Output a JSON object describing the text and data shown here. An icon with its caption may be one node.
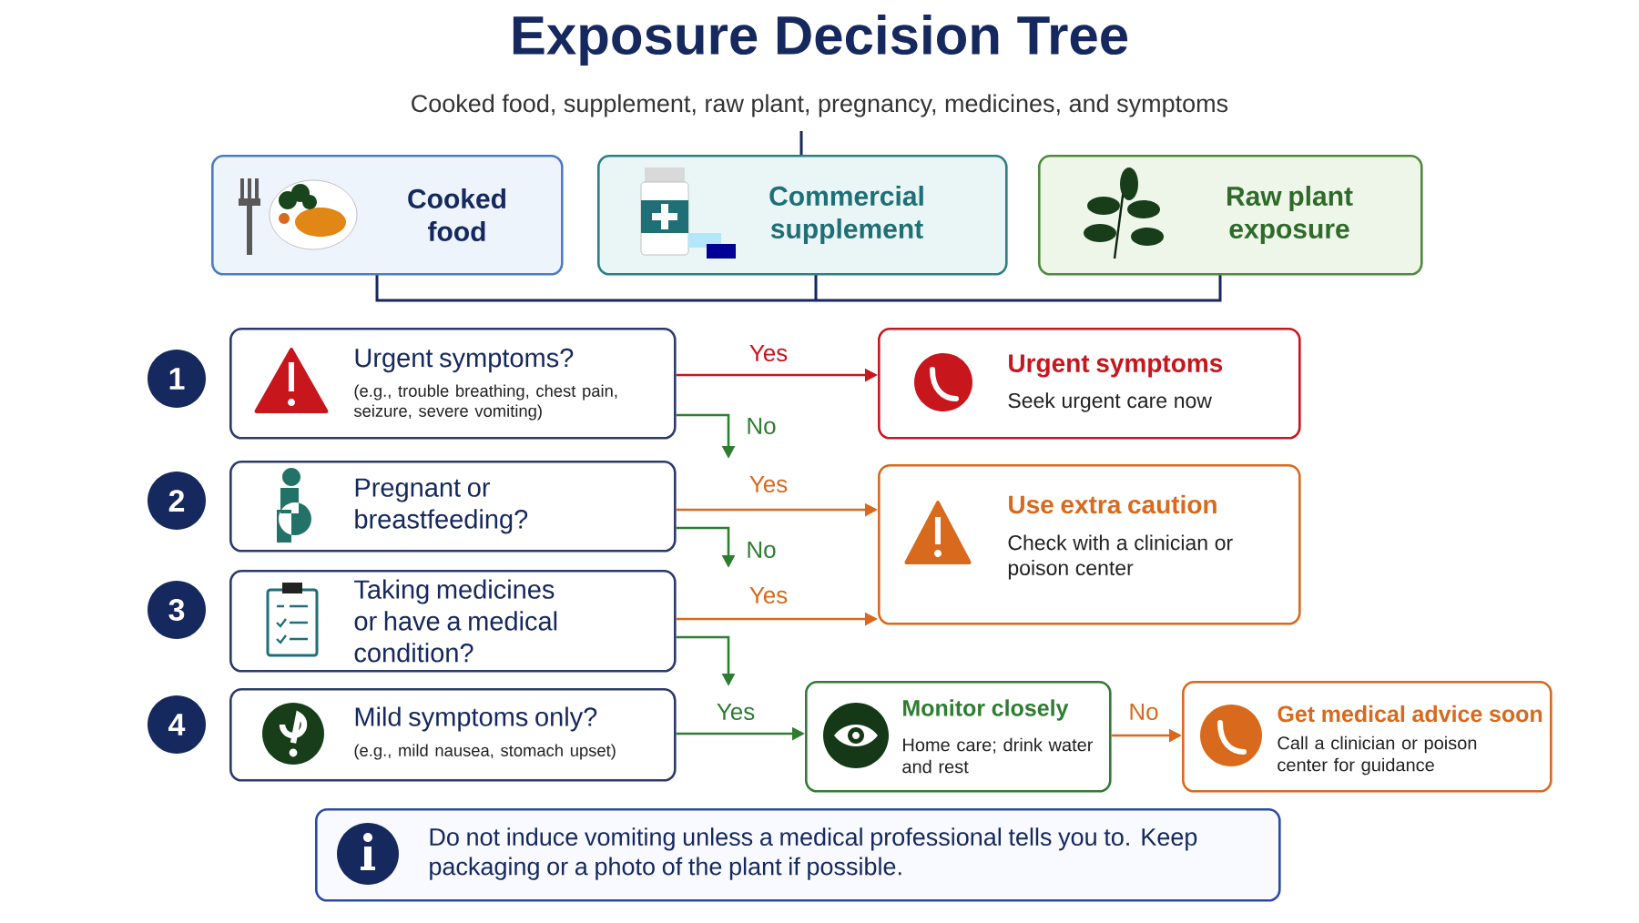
{
  "diagram": {
    "title": "Exposure Decision Tree",
    "caption": "Cooked food, supplement, raw plant, pregnancy, medicines, and symptoms",
    "nodes": [
      {
        "text": [
          "Cooked food"
        ]
      },
      {
        "text": [
          "Commercial supplement"
        ]
      },
      {
        "text": [
          "Raw plant exposure"
        ]
      },
      {
        "text": [
          "1"
        ]
      },
      {
        "text": [
          "Urgent symptoms?",
          "(e.g., trouble breathing, chest pain, seizure, severe vomiting)"
        ]
      },
      {
        "text": [
          "Urgent symptoms",
          "Seek urgent care now"
        ]
      },
      {
        "text": [
          "2"
        ]
      },
      {
        "text": [
          "Pregnant or breastfeeding?"
        ]
      },
      {
        "text": [
          "Use extra caution",
          "Check with a clinician or poison center"
        ]
      },
      {
        "text": [
          "3"
        ]
      },
      {
        "text": [
          "Taking medicines or have a medical condition?"
        ]
      },
      {
        "text": [
          "4"
        ]
      },
      {
        "text": [
          "Mild symptoms only?",
          "(e.g., mild nausea, stomach upset)"
        ]
      },
      {
        "text": [
          "Monitor closely",
          "Home care; drink water and rest"
        ]
      },
      {
        "text": [
          "Get medical advice soon",
          "Call a clinician or poison center for guidance"
        ]
      },
      {
        "text": [
          "Do not induce vomiting unless a medical professional tells you to. Keep packaging or a photo of the plant if possible."
        ]
      }
    ],
    "edges": [
      {
        "from": 4,
        "to": 5,
        "arrow": "to",
        "label": "Yes",
        "color": "#c8161d"
      },
      {
        "from": 4,
        "to": 7,
        "arrow": "to",
        "label": "No",
        "color": "#2e7d32"
      },
      {
        "from": 7,
        "to": 8,
        "arrow": "to",
        "label": "Yes",
        "color": "#d9691c"
      },
      {
        "from": 7,
        "to": 10,
        "arrow": "to",
        "label": "No",
        "color": "#2e7d32"
      },
      {
        "from": 10,
        "to": 8,
        "arrow": "to",
        "label": "Yes",
        "color": "#d9691c"
      },
      {
        "from": 10,
        "to": 12,
        "arrow": "to",
        "color": "#2e7d32"
      },
      {
        "from": 12,
        "to": 13,
        "arrow": "to",
        "label": "Yes",
        "color": "#2e7d32"
      },
      {
        "from": 13,
        "to": 14,
        "arrow": "to",
        "label": "No",
        "color": "#d9691c"
      }
    ]
  }
}
